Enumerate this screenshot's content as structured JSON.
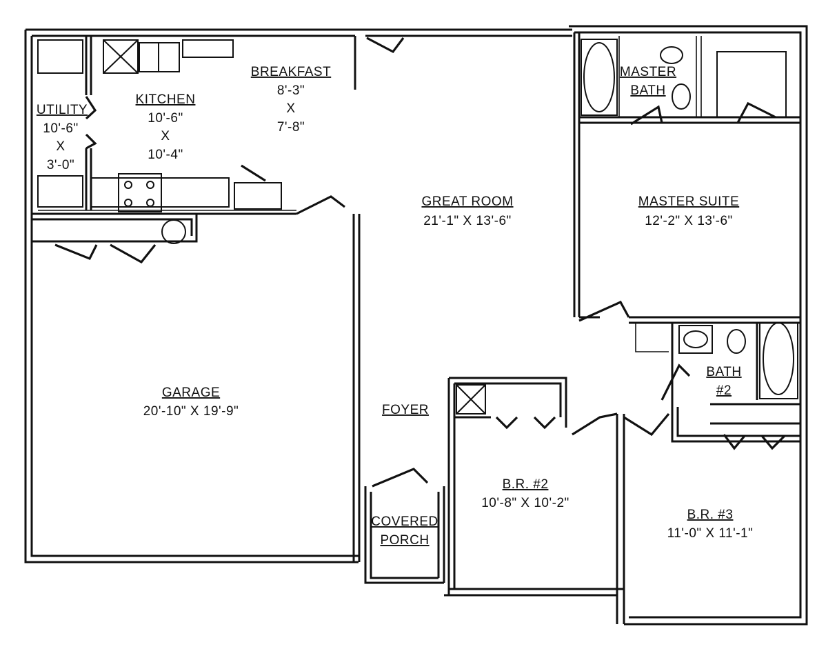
{
  "rooms": {
    "breakfast": {
      "name": "BREAKFAST",
      "dim1": "8'-3\"",
      "x": "X",
      "dim2": "7'-8\""
    },
    "kitchen": {
      "name": "KITCHEN",
      "dim1": "10'-6\"",
      "x": "X",
      "dim2": "10'-4\""
    },
    "utility": {
      "name": "UTILITY",
      "dim1": "10'-6\"",
      "x": "X",
      "dim2": "3'-0\""
    },
    "master_bath": {
      "name1": "MASTER",
      "name2": "BATH"
    },
    "great_room": {
      "name": "GREAT ROOM",
      "dims": "21'-1\" X 13'-6\""
    },
    "master_suite": {
      "name": "MASTER SUITE",
      "dims": "12'-2\" X 13'-6\""
    },
    "bath2": {
      "name1": "BATH",
      "name2": "#2"
    },
    "garage": {
      "name": "GARAGE",
      "dims": "20'-10\" X 19'-9\""
    },
    "foyer": {
      "name": "FOYER"
    },
    "covered_porch": {
      "name1": "COVERED",
      "name2": "PORCH"
    },
    "br2": {
      "name": "B.R. #2",
      "dims": "10'-8\" X 10'-2\""
    },
    "br3": {
      "name": "B.R. #3",
      "dims": "11'-0\" X 11'-1\""
    }
  }
}
